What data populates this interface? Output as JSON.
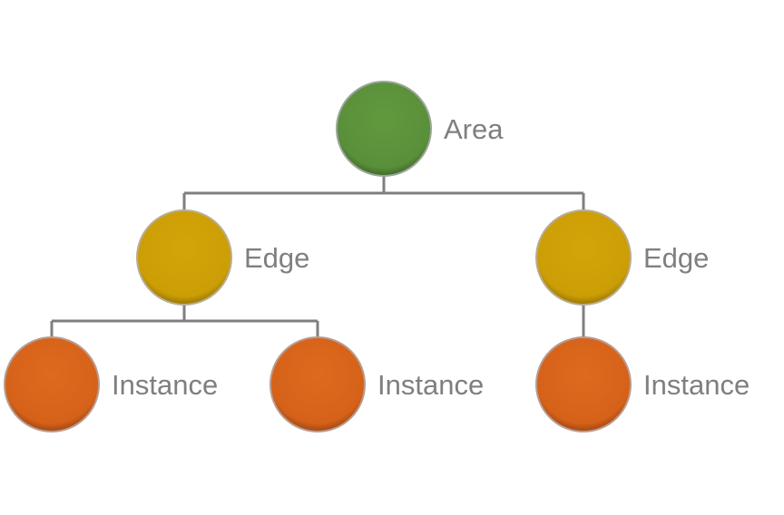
{
  "diagram": {
    "colors": {
      "area": "#5a8f3a",
      "edge": "#cc9e06",
      "instance": "#d6621a",
      "line": "#7f7f7f",
      "text": "#7f7f7f"
    },
    "nodes": [
      {
        "id": "area",
        "label": "Area",
        "level": "area"
      },
      {
        "id": "edge1",
        "label": "Edge",
        "level": "edge",
        "parent": "area"
      },
      {
        "id": "edge2",
        "label": "Edge",
        "level": "edge",
        "parent": "area"
      },
      {
        "id": "inst1",
        "label": "Instance",
        "level": "instance",
        "parent": "edge1"
      },
      {
        "id": "inst2",
        "label": "Instance",
        "level": "instance",
        "parent": "edge1"
      },
      {
        "id": "inst3",
        "label": "Instance",
        "level": "instance",
        "parent": "edge2"
      }
    ]
  }
}
